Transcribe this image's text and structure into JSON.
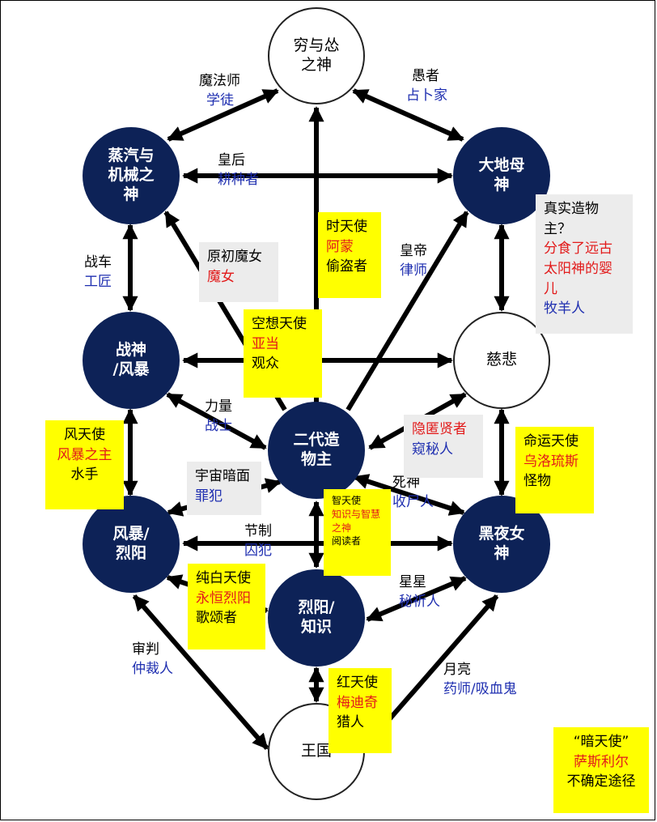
{
  "colors": {
    "node_dark": "#0d2257",
    "node_light": "#ffffff",
    "arrow": "#000000",
    "highlight_yellow": "#ffff00",
    "highlight_gray": "#ececec",
    "text_blue": "#1f2fb0",
    "text_red": "#e21a1a"
  },
  "nodes": {
    "top": "穷与怂\n之神",
    "steam": "蒸汽与\n机械之\n神",
    "earth": "大地母\n神",
    "war": "战神\n/风暴",
    "mercy": "慈悲",
    "second": "二代造\n物主",
    "storm": "风暴/\n烈阳",
    "night": "黑夜女\n神",
    "sun": "烈阳/\n知识",
    "kingdom": "王国"
  },
  "paths": {
    "magician": {
      "title": "魔法师",
      "name": "学徒"
    },
    "fool": {
      "title": "愚者",
      "name": "占卜家"
    },
    "empress": {
      "title": "皇后",
      "name": "耕种者"
    },
    "chariot": {
      "title": "战车",
      "name": "工匠"
    },
    "emperor": {
      "title": "皇帝",
      "name": "律师"
    },
    "strength": {
      "title": "力量",
      "name": "战士"
    },
    "death": {
      "title": "死神",
      "name": "收尸人"
    },
    "temperance": {
      "title": "节制",
      "name": "囚犯"
    },
    "star": {
      "title": "星星",
      "name": "秘祈人"
    },
    "judgement": {
      "title": "审判",
      "name": "仲裁人"
    },
    "moon": {
      "title": "月亮",
      "name": "药师/吸血鬼"
    }
  },
  "boxes": {
    "time_angel": {
      "title": "时天使",
      "name": "阿蒙",
      "path": "偷盗者"
    },
    "primordial_witch": {
      "title": "原初魔女",
      "name": "魔女"
    },
    "true_creator": {
      "title": "真实造物主？",
      "name": "分食了远古太阳神的婴儿",
      "path": "牧羊人"
    },
    "imagination_angel": {
      "title": "空想天使",
      "name": "亚当",
      "path": "观众"
    },
    "hermit": {
      "name": "隐匿贤者",
      "path": "窥秘人"
    },
    "wind_angel": {
      "title": "风天使",
      "name": "风暴之主",
      "path": "水手"
    },
    "universe_dark": {
      "title": "宇宙暗面",
      "path": "罪犯"
    },
    "wisdom_angel": {
      "title": "智天使",
      "name": "知识与智慧之神",
      "path": "阅读者"
    },
    "fate_angel": {
      "title": "命运天使",
      "name": "乌洛琉斯",
      "path": "怪物"
    },
    "white_angel": {
      "title": "纯白天使",
      "name": "永恒烈阳",
      "path": "歌颂者"
    },
    "red_angel": {
      "title": "红天使",
      "name": "梅迪奇",
      "path": "猎人"
    },
    "dark_angel": {
      "title": "“暗天使”",
      "name": "萨斯利尔",
      "path": "不确定途径"
    }
  }
}
